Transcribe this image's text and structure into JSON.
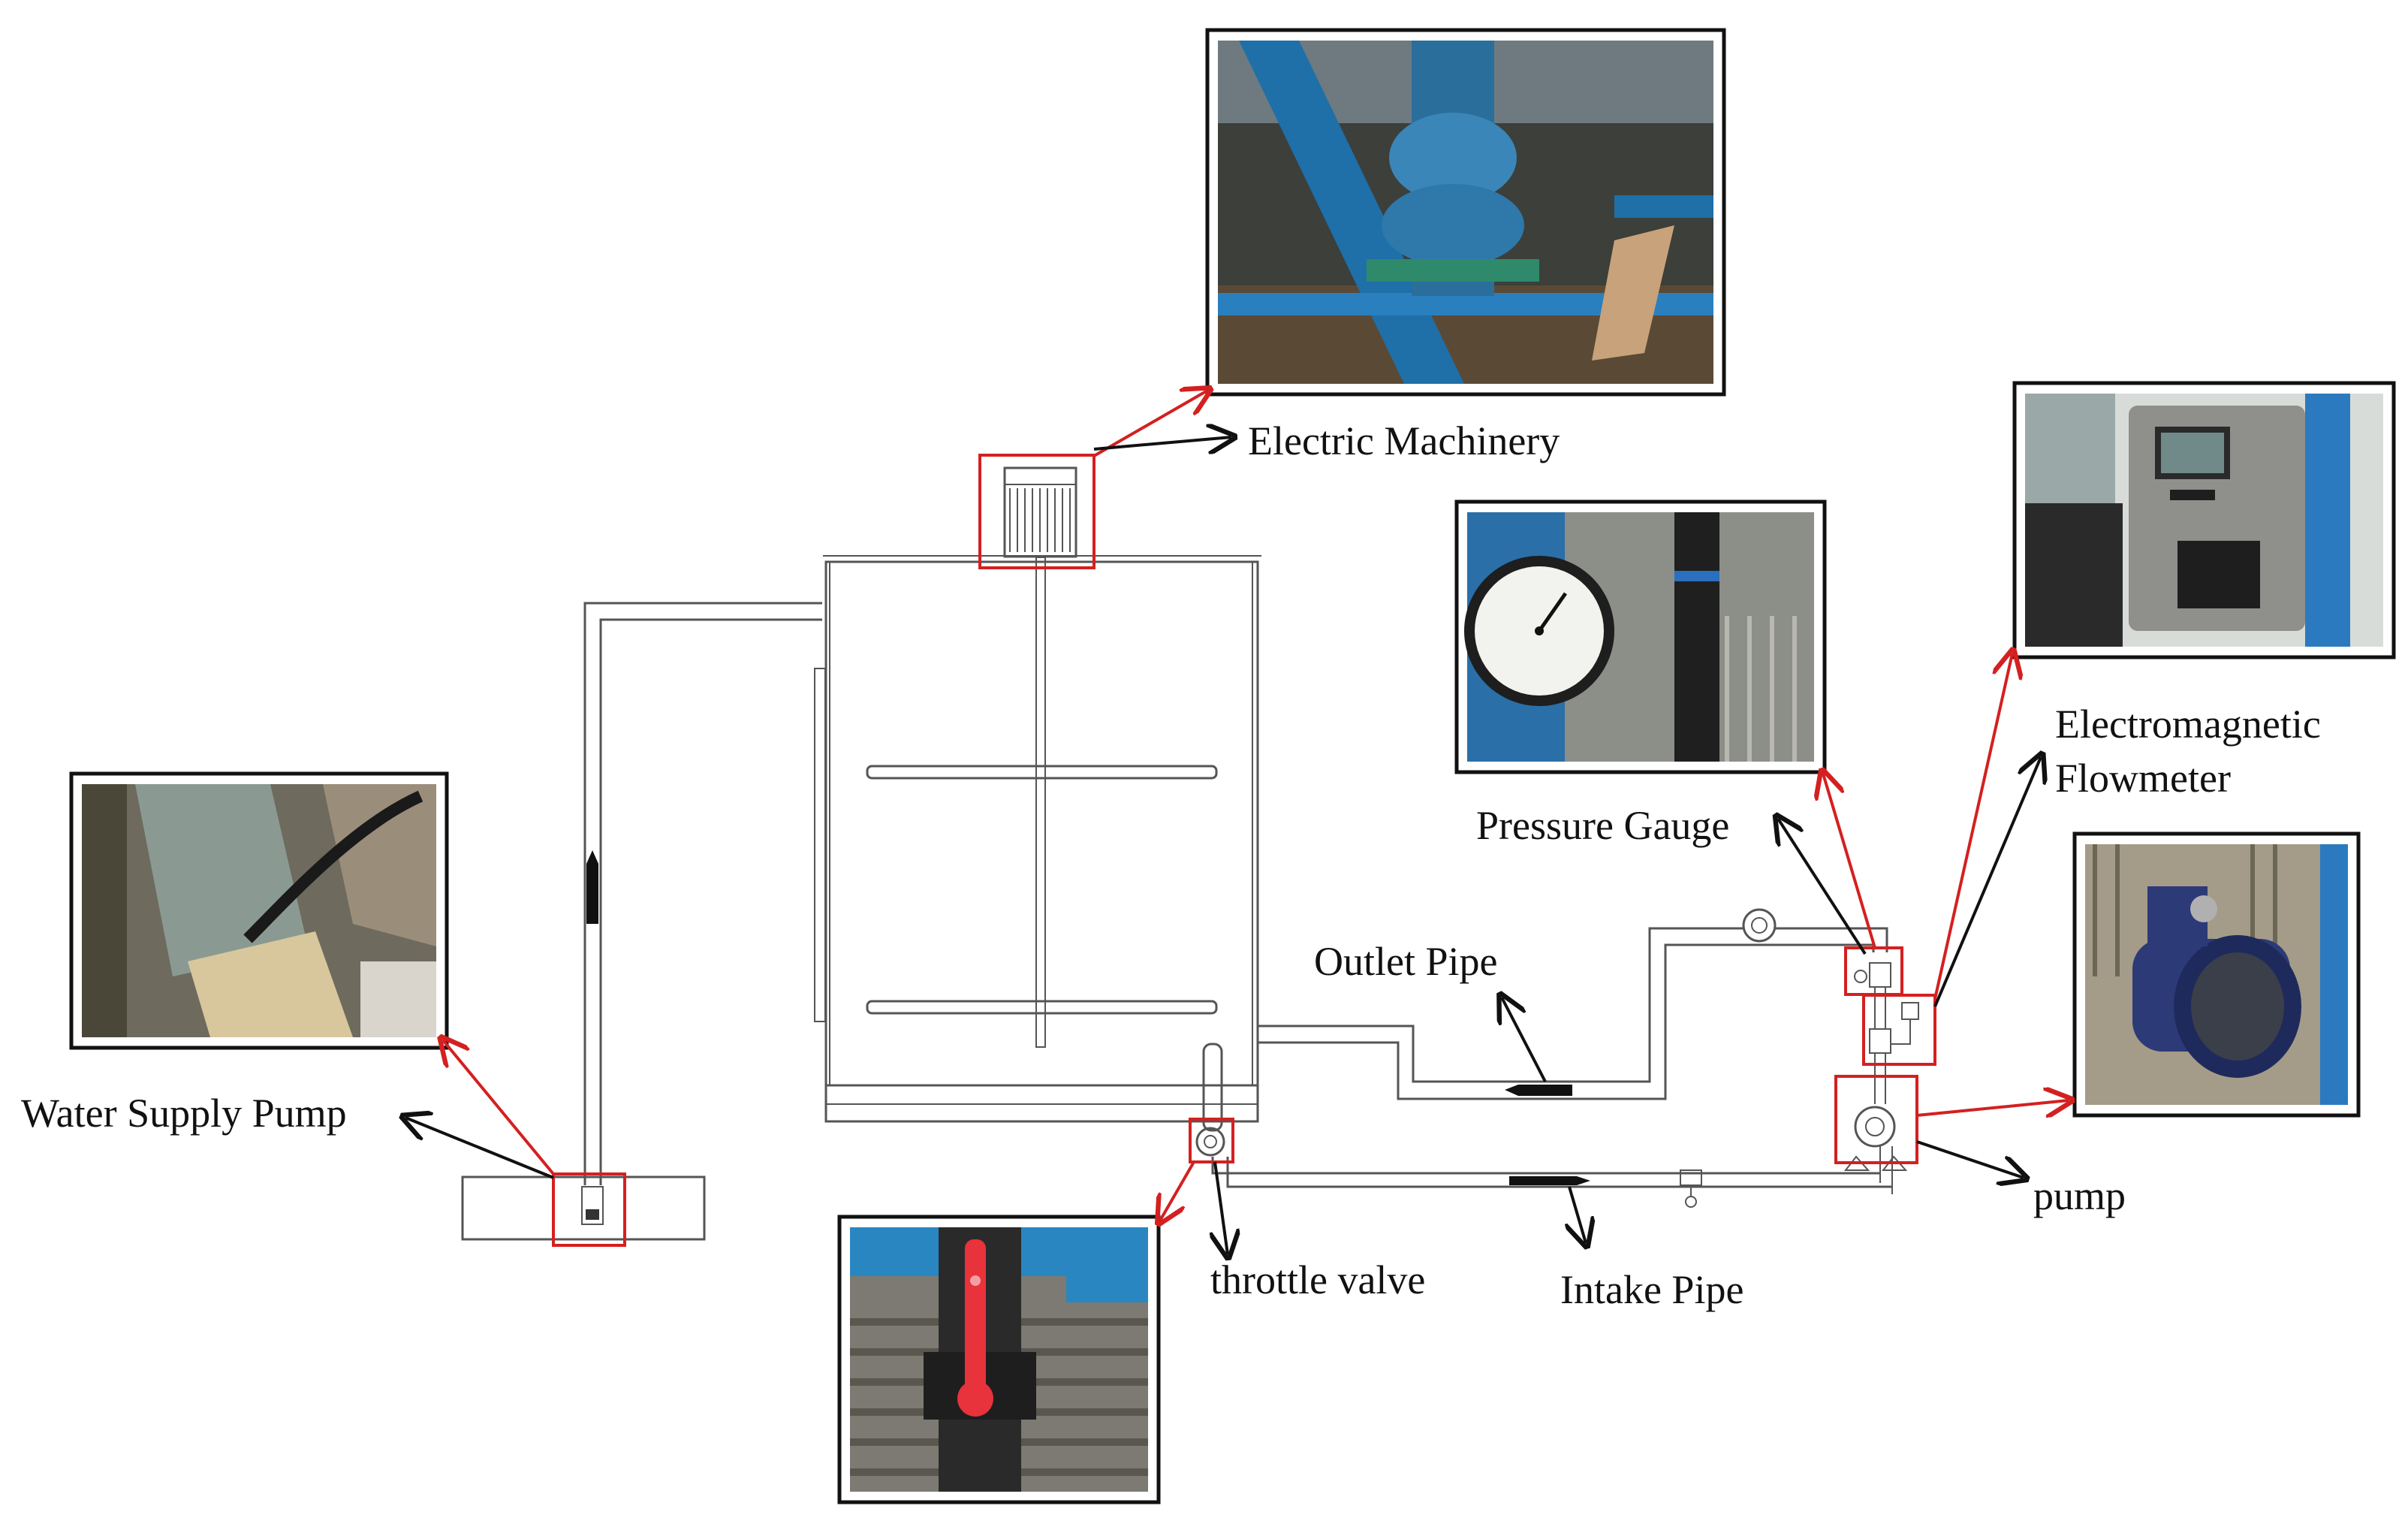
{
  "labels": {
    "electric_machinery": "Electric Machinery",
    "electromagnetic_flowmeter_line1": "Electromagnetic",
    "electromagnetic_flowmeter_line2": "Flowmeter",
    "pressure_gauge": "Pressure Gauge",
    "outlet_pipe": "Outlet Pipe",
    "water_supply_pump": "Water Supply Pump",
    "pump": "pump",
    "throttle_valve": "throttle valve",
    "intake_pipe": "Intake Pipe"
  },
  "colors": {
    "highlight": "#d42020",
    "leader_arrow": "#111111",
    "schematic_line": "#555555",
    "steel_blue": "#1f6fa8",
    "valve_red": "#e8323c"
  },
  "icons": {
    "motor": "motor-fins-icon",
    "flow_direction": "flow-direction-arrow-icon",
    "pressure_gauge": "pressure-gauge-icon",
    "throttle_valve": "valve-icon",
    "pump": "centrifugal-pump-icon",
    "check_valve": "check-valve-icon"
  }
}
